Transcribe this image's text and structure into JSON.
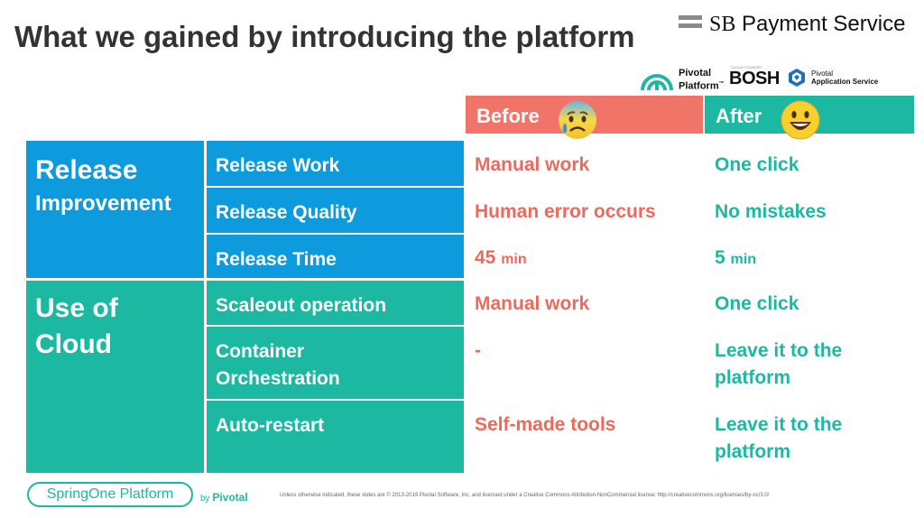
{
  "title": "What we gained by introducing the platform",
  "brand": {
    "name": "SB Payment Service",
    "prefix": "SB",
    "rest": " Payment Service"
  },
  "partner_logos": {
    "pivotal_platform": [
      "Pivotal",
      "Platform"
    ],
    "bosh": "BOSH",
    "bosh_caption": "CLOUD FOUNDRY",
    "pas": [
      "Pivotal",
      "Application Service"
    ]
  },
  "table": {
    "headers": {
      "before": "Before",
      "after": "After"
    },
    "emoji": {
      "before": "anxious-face-with-sweat",
      "after": "smiling-face"
    },
    "groups": [
      {
        "label_lines": [
          "Release",
          "Improvement"
        ]
      },
      {
        "label_lines": [
          "Use of",
          "Cloud"
        ]
      }
    ],
    "rows": [
      {
        "label": "Release Work",
        "before": "Manual work",
        "after": "One click"
      },
      {
        "label": "Release Quality",
        "before": "Human error occurs",
        "after": "No mistakes"
      },
      {
        "label": "Release Time",
        "before": "45",
        "before_unit": "min",
        "after": "5",
        "after_unit": "min"
      },
      {
        "label": "Scaleout operation",
        "before": "Manual work",
        "after": "One click"
      },
      {
        "label_lines": [
          "Container",
          "Orchestration"
        ],
        "before": "-",
        "after_lines": [
          "Leave it to the",
          "platform"
        ]
      },
      {
        "label": "Auto-restart",
        "before": "Self-made tools",
        "after_lines": [
          "Leave it to the",
          "platform"
        ]
      }
    ]
  },
  "footer": {
    "conference": "SpringOne Platform",
    "by": "by",
    "company": "Pivotal",
    "legal": "Unless otherwise indicated, these slides are © 2013-2019 Pivotal Software, Inc. and licensed under a Creative Commons Attribution-NonCommercial license: http://creativecommons.org/licenses/by-nc/3.0/"
  },
  "colors": {
    "blue": "#0d9bdd",
    "teal": "#1db8a2",
    "salmon": "#f07468",
    "title": "#333333"
  }
}
